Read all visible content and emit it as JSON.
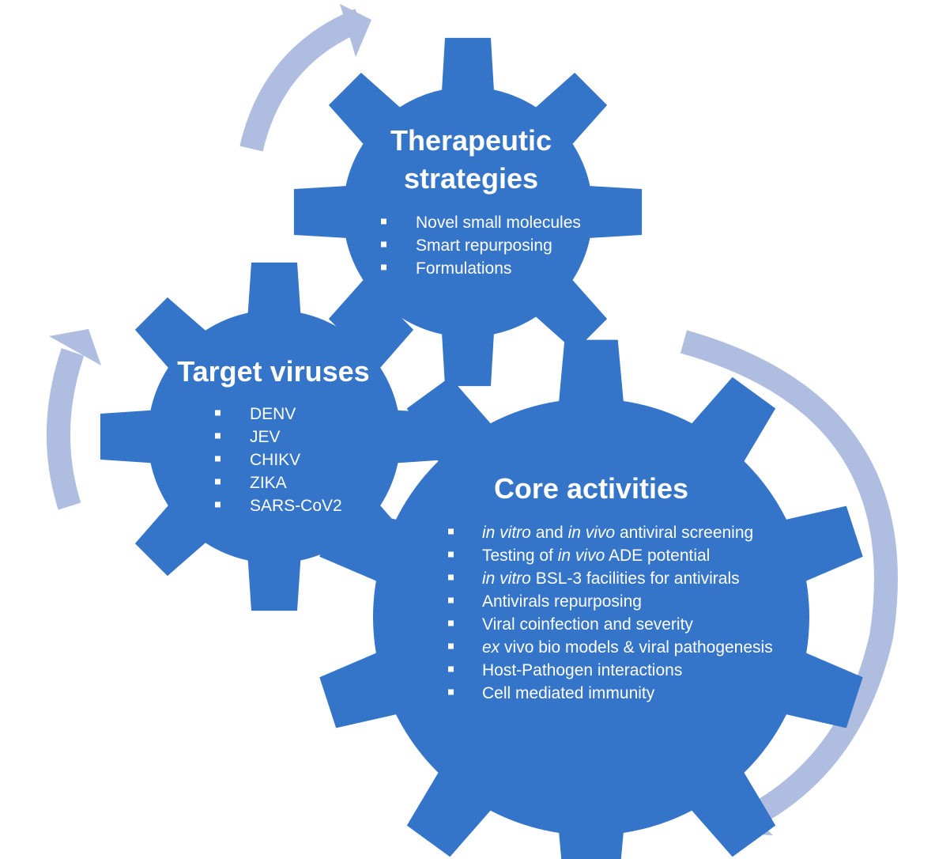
{
  "colors": {
    "gear": "#3575C9",
    "arrow": "#AFBDE0",
    "text": "#FFFFFF"
  },
  "gears": {
    "therapeutic": {
      "title_line1": "Therapeutic",
      "title_line2": "strategies",
      "items": [
        "Novel small molecules",
        "Smart repurposing",
        "Formulations"
      ]
    },
    "target": {
      "title": "Target viruses",
      "items": [
        "DENV",
        "JEV",
        "CHIKV",
        "ZIKA",
        "SARS-CoV2"
      ]
    },
    "core": {
      "title": "Core activities",
      "items": [
        [
          {
            "t": "in vitro",
            "i": true
          },
          {
            "t": " and ",
            "i": false
          },
          {
            "t": "in vivo",
            "i": true
          },
          {
            "t": " antiviral screening",
            "i": false
          }
        ],
        [
          {
            "t": "Testing of ",
            "i": false
          },
          {
            "t": "in vivo",
            "i": true
          },
          {
            "t": " ADE potential",
            "i": false
          }
        ],
        [
          {
            "t": "in vitro",
            "i": true
          },
          {
            "t": " BSL-3 facilities for antivirals",
            "i": false
          }
        ],
        [
          {
            "t": "Antivirals repurposing",
            "i": false
          }
        ],
        [
          {
            "t": "Viral coinfection and severity",
            "i": false
          }
        ],
        [
          {
            "t": "ex",
            "i": true
          },
          {
            "t": " vivo bio models & viral pathogenesis",
            "i": false
          }
        ],
        [
          {
            "t": "Host-Pathogen interactions",
            "i": false
          }
        ],
        [
          {
            "t": "Cell mediated immunity",
            "i": false
          }
        ]
      ]
    }
  }
}
